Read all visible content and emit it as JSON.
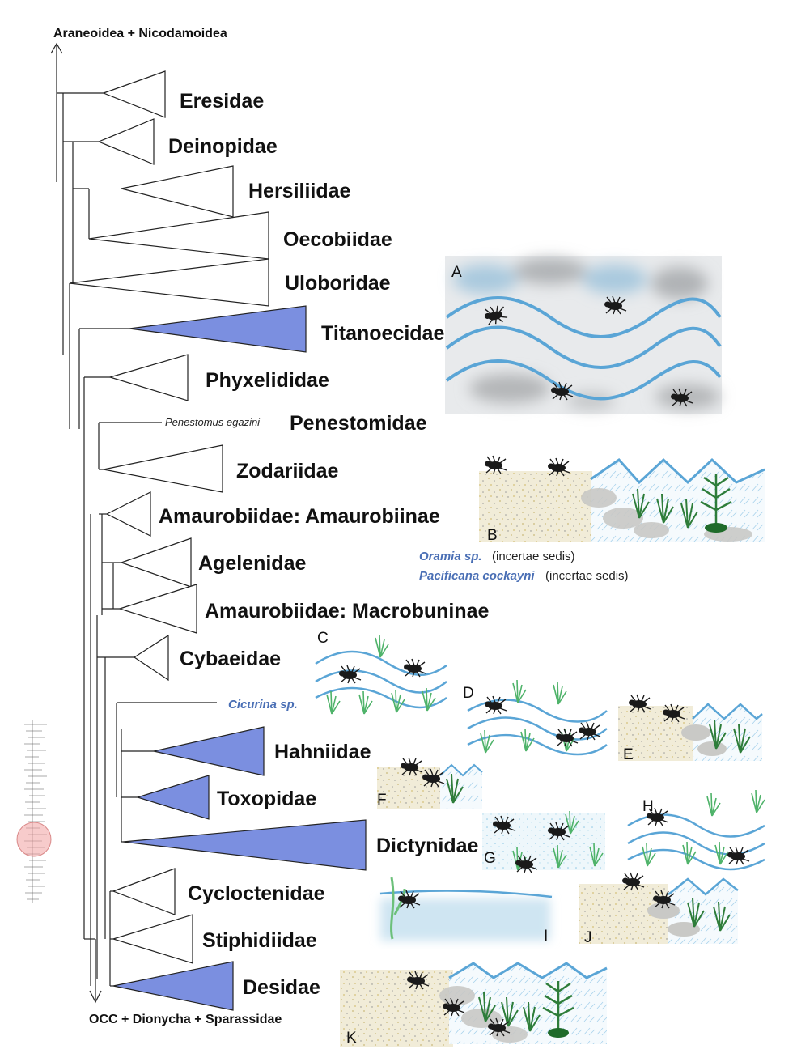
{
  "axis": {
    "top": "Araneoidea + Nicodamoidea",
    "bottom": "OCC + Dionycha + Sparassidae"
  },
  "families": [
    "Eresidae",
    "Deinopidae",
    "Hersiliidae",
    "Oecobiidae",
    "Uloboridae",
    "Titanoecidae",
    "Phyxelididae",
    "Penestomidae",
    "Zodariidae",
    "Amaurobiidae: Amaurobiinae",
    "Agelenidae",
    "Amaurobiidae: Macrobuninae",
    "Cybaeidae",
    "Hahniidae",
    "Toxopidae",
    "Dictynidae",
    "Cycloctenidae",
    "Stiphidiidae",
    "Desidae"
  ],
  "taxa": {
    "penestomus": "Penestomus egazini",
    "cicurina": "Cicurina sp.",
    "oramia": "Oramia sp.",
    "oramia_note": "(incertae sedis)",
    "pacificana": "Pacificana cockayni",
    "pacificana_note": "(incertae sedis)"
  },
  "panels": [
    "A",
    "B",
    "C",
    "D",
    "E",
    "F",
    "G",
    "H",
    "I",
    "J",
    "K"
  ],
  "colors": {
    "aquatic_clade": "#7b8fe0",
    "water": "#5aa5d6",
    "taxon_blue": "#4a6fb5",
    "plant": "#2f8a3c",
    "spider": "#1a1a1a",
    "inset_marker": "#f0a0a0"
  }
}
